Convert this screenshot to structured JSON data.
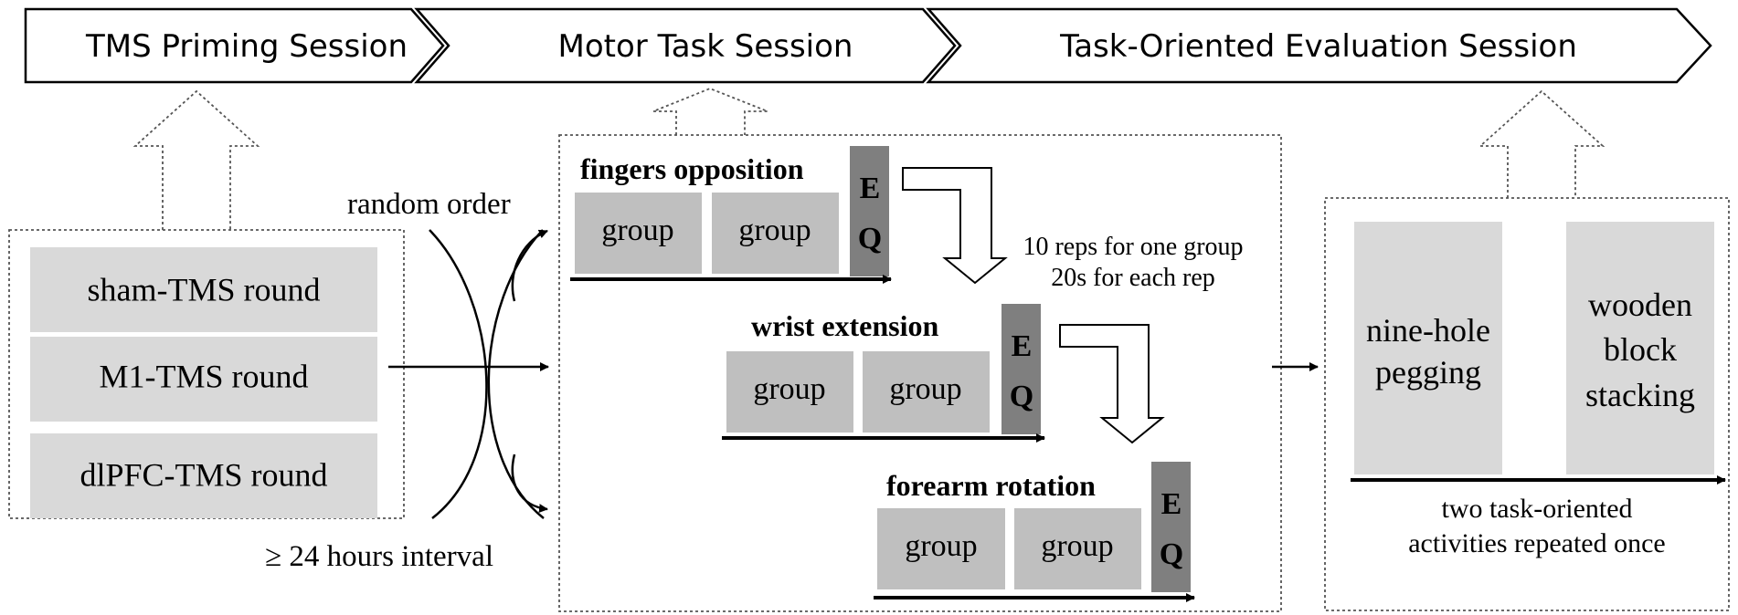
{
  "sessions": {
    "tms_priming": "TMS Priming Session",
    "motor_task": "Motor Task Session",
    "evaluation": "Task-Oriented Evaluation Session"
  },
  "priming": {
    "rounds": [
      "sham-TMS round",
      "M1-TMS round",
      "dlPFC-TMS round"
    ],
    "random_order": "random order",
    "interval": "≥ 24 hours interval"
  },
  "motor": {
    "tasks": [
      {
        "title": "fingers opposition",
        "groups": [
          "group",
          "group"
        ],
        "eq": [
          "E",
          "Q"
        ]
      },
      {
        "title": "wrist extension",
        "groups": [
          "group",
          "group"
        ],
        "eq": [
          "E",
          "Q"
        ]
      },
      {
        "title": "forearm rotation",
        "groups": [
          "group",
          "group"
        ],
        "eq": [
          "E",
          "Q"
        ]
      }
    ],
    "reps_note": [
      "10 reps for one group",
      "20s for each rep"
    ]
  },
  "evaluation": {
    "activities": [
      {
        "lines": [
          "nine-hole",
          "pegging"
        ]
      },
      {
        "lines": [
          "wooden",
          "block",
          "stacking"
        ]
      }
    ],
    "note": [
      "two task-oriented",
      "activities repeated once"
    ]
  },
  "colors": {
    "box_light": "#d9d9d9",
    "box_group": "#bfbfbf",
    "box_eq": "#7f7f7f",
    "stroke": "#000000",
    "dotted": "#555555"
  }
}
